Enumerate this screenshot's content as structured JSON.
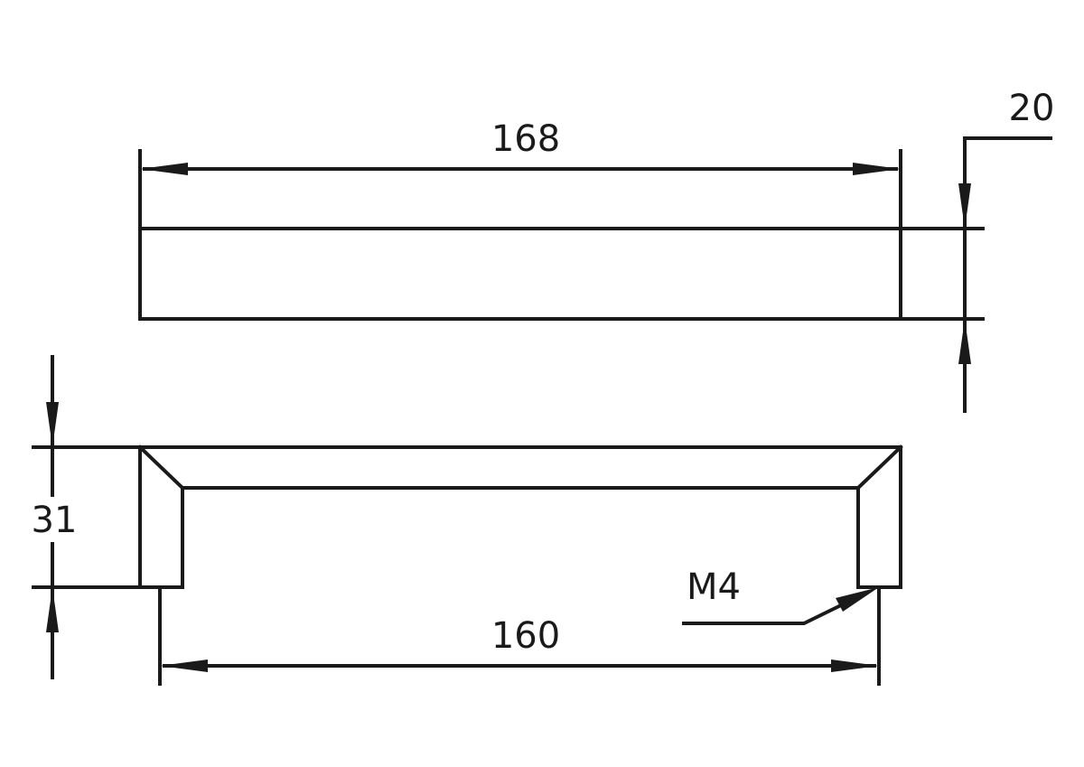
{
  "drawing": {
    "top_view": {
      "length_label": "168",
      "height_label": "20"
    },
    "front_view": {
      "height_label": "31",
      "hole_spacing_label": "160",
      "thread_label": "M4"
    }
  },
  "colors": {
    "line": "#1a1a1a",
    "background": "#ffffff"
  }
}
